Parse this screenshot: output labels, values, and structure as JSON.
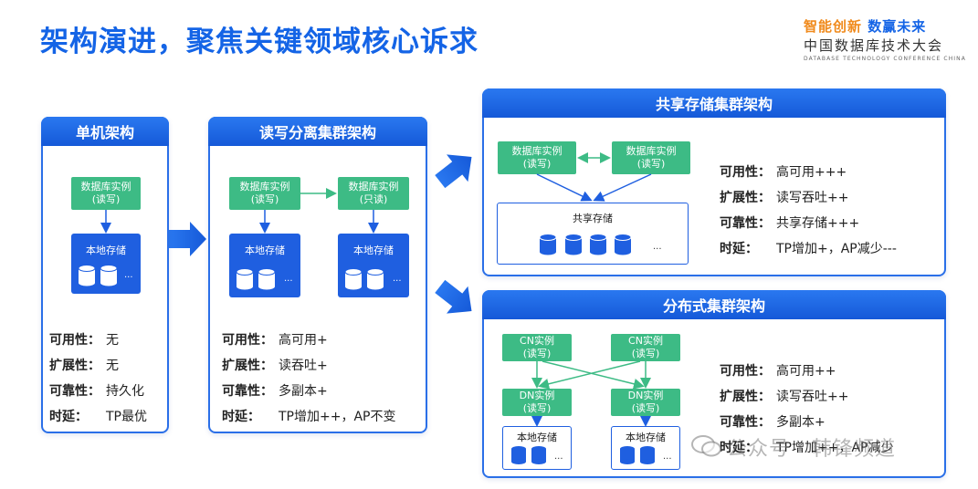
{
  "title": "架构演进，聚焦关键领域核心诉求",
  "brand": {
    "slogan_a": "智能创新",
    "slogan_b": "数赢未来",
    "name": "中国数据库技术大会",
    "english": "DATABASE TECHNOLOGY CONFERENCE CHINA"
  },
  "single": {
    "header": "单机架构",
    "instance": [
      "数据库实例",
      "(读写)"
    ],
    "storage": "本地存储",
    "dots": "...",
    "props": [
      {
        "k": "可用性：",
        "v": "无"
      },
      {
        "k": "扩展性：",
        "v": "无"
      },
      {
        "k": "可靠性：",
        "v": "持久化"
      },
      {
        "k": "时延：",
        "v": "TP最优"
      }
    ]
  },
  "rw": {
    "header": "读写分离集群架构",
    "instance_a": [
      "数据库实例",
      "(读写)"
    ],
    "instance_b": [
      "数据库实例",
      "(只读)"
    ],
    "storage": "本地存储",
    "dots": "...",
    "props": [
      {
        "k": "可用性：",
        "v": "高可用+"
      },
      {
        "k": "扩展性：",
        "v": "读吞吐+"
      },
      {
        "k": "可靠性：",
        "v": "多副本+"
      },
      {
        "k": "时延：",
        "v": "TP增加++，AP不变"
      }
    ]
  },
  "shared": {
    "header": "共享存储集群架构",
    "instance_a": [
      "数据库实例",
      "(读写)"
    ],
    "instance_b": [
      "数据库实例",
      "(读写)"
    ],
    "storage": "共享存储",
    "dots": "...",
    "props": [
      {
        "k": "可用性：",
        "v": "高可用+++"
      },
      {
        "k": "扩展性：",
        "v": "读写吞吐++"
      },
      {
        "k": "可靠性：",
        "v": "共享存储+++"
      },
      {
        "k": "时延：",
        "v": "TP增加+，AP减少---"
      }
    ]
  },
  "dist": {
    "header": "分布式集群架构",
    "cn_a": [
      "CN实例",
      "(读写)"
    ],
    "cn_b": [
      "CN实例",
      "(读写)"
    ],
    "dn_a": [
      "DN实例",
      "(读写)"
    ],
    "dn_b": [
      "DN实例",
      "(读写)"
    ],
    "storage": "本地存储",
    "dots": "...",
    "props": [
      {
        "k": "可用性：",
        "v": "高可用++"
      },
      {
        "k": "扩展性：",
        "v": "读写吞吐++"
      },
      {
        "k": "可靠性：",
        "v": "多副本+"
      },
      {
        "k": "时延：",
        "v": "TP增加++，AP减少"
      }
    ]
  },
  "watermark": "公众号 · 韩锋频道",
  "colors": {
    "blue": "#1f5fe0",
    "green": "#3dbb85",
    "title": "#1464e6",
    "accent": "#f08a1c"
  }
}
